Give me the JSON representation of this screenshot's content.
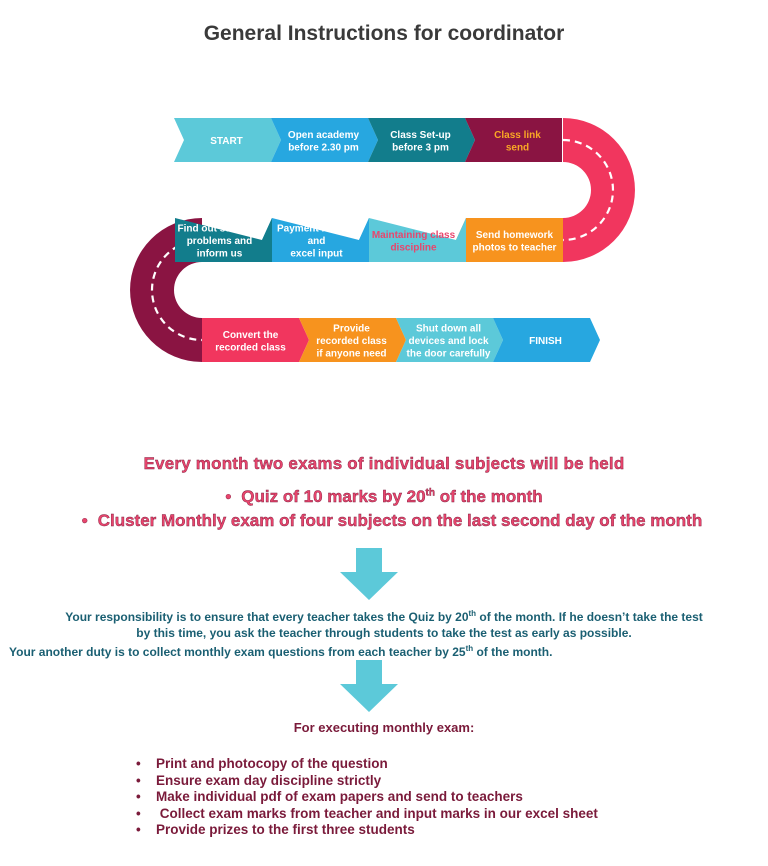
{
  "title": "General Instructions for coordinator",
  "flow": {
    "steps": [
      {
        "lines": [
          "START"
        ],
        "color": "#5cc9d9",
        "text_color": "#ffffff"
      },
      {
        "lines": [
          "Open academy",
          "before 2.30 pm"
        ],
        "color": "#27a7e0",
        "text_color": "#ffffff"
      },
      {
        "lines": [
          "Class Set-up",
          "before 3 pm"
        ],
        "color": "#127d8c",
        "text_color": "#ffffff"
      },
      {
        "lines": [
          "Class link",
          "send"
        ],
        "color": "#8a1442",
        "text_color": "#f9a825"
      },
      {
        "lines": [
          "Send homework",
          "photos to teacher"
        ],
        "color": "#f7931e",
        "text_color": "#ffffff"
      },
      {
        "lines": [
          "Maintaining class",
          "discipline"
        ],
        "color": "#5cc9d9",
        "text_color": "#e8456d"
      },
      {
        "lines": [
          "Payment receive",
          "and",
          "excel input"
        ],
        "color": "#27a7e0",
        "text_color": "#ffffff"
      },
      {
        "lines": [
          "Find out students",
          "problems and",
          "inform us"
        ],
        "color": "#127d8c",
        "text_color": "#ffffff"
      },
      {
        "lines": [
          "Convert the",
          "recorded class"
        ],
        "color": "#f1365e",
        "text_color": "#ffffff"
      },
      {
        "lines": [
          "Provide",
          "recorded class",
          "if anyone need"
        ],
        "color": "#f7931e",
        "text_color": "#ffffff"
      },
      {
        "lines": [
          "Shut down all",
          "devices and lock",
          "the door carefully"
        ],
        "color": "#5cc9d9",
        "text_color": "#ffffff"
      },
      {
        "lines": [
          "FINISH"
        ],
        "color": "#27a7e0",
        "text_color": "#ffffff"
      }
    ],
    "curve_right_color": "#f1365e",
    "curve_left_color": "#8a1442"
  },
  "exams": {
    "heading": "Every month two exams of individual subjects will be held",
    "bullet": "•",
    "item1_pre": "Quiz of 10 marks by 20",
    "item1_sup": "th",
    "item1_post": " of the month",
    "item2": "Cluster Monthly exam of four subjects on the last second day of the month"
  },
  "arrow_color": "#5cc9d9",
  "responsibility": {
    "line1_pre": "Your responsibility is to ensure that every teacher takes the Quiz by 20",
    "line1_sup": "th",
    "line1_post": " of the month. If he doesn’t take the test",
    "line2": "by this time, you ask the teacher through students to take the test as early as possible.",
    "line3_pre": "Your another duty is to collect monthly exam questions from each teacher by 25",
    "line3_sup": "th",
    "line3_post": " of the month."
  },
  "executing": {
    "label": "For executing monthly exam:",
    "bullet": "•",
    "tasks": [
      "Print and photocopy of the question",
      "Ensure exam day discipline strictly",
      "Make individual pdf of exam papers and send to teachers",
      " Collect exam marks from teacher and input marks in our excel sheet",
      "Provide prizes to the first three students"
    ]
  }
}
